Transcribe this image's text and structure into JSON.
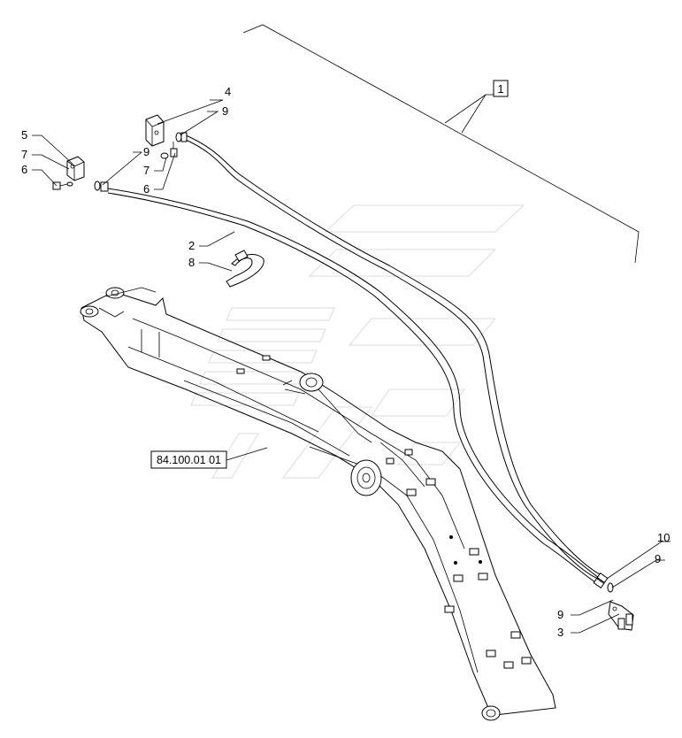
{
  "diagram": {
    "kit_reference": "1",
    "section_reference": "84.100.01 01",
    "callouts": [
      "4",
      "9",
      "5",
      "7",
      "6",
      "9",
      "7",
      "6",
      "2",
      "8",
      "10",
      "9",
      "9",
      "3"
    ]
  }
}
